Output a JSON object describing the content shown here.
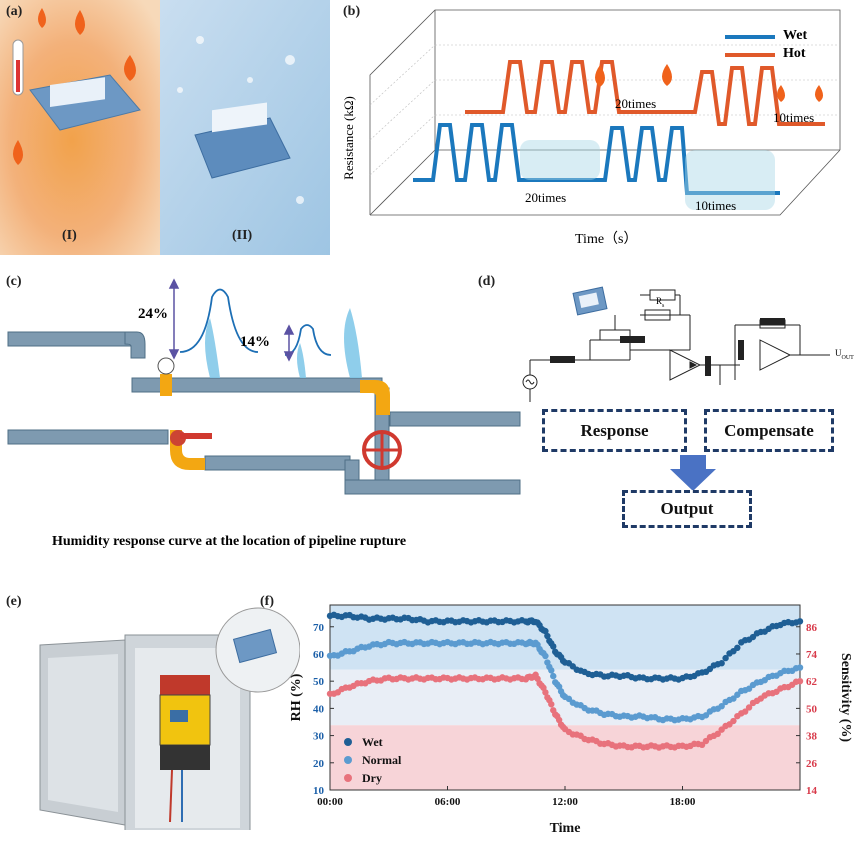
{
  "panels": {
    "a": "(a)",
    "b": "(b)",
    "c": "(c)",
    "d": "(d)",
    "e": "(e)",
    "f": "(f)"
  },
  "panel_a": {
    "label_I": "(I)",
    "label_II": "(II)"
  },
  "panel_b": {
    "ylabel": "Resistance (kΩ)",
    "xlabel": "Time（s）",
    "legend": [
      {
        "name": "Wet",
        "color": "#1b78bd"
      },
      {
        "name": "Hot",
        "color": "#e0592a"
      }
    ],
    "annotations": {
      "hot_20": "20times",
      "hot_10": "10times",
      "wet_20": "20times",
      "wet_10": "10times"
    }
  },
  "panel_c": {
    "peak_big": "24%",
    "peak_small": "14%",
    "caption": "Humidity response curve at the location of pipeline rupture"
  },
  "panel_d": {
    "resistor_label": "R",
    "resistor_sub": "s",
    "output_label": "U",
    "output_sub": "OUT",
    "box_response": "Response",
    "box_compensate": "Compensate",
    "box_output": "Output"
  },
  "chart_data": {
    "type": "scatter",
    "xlabel": "Time",
    "ylabel": "RH (%)",
    "y2label": "Sensitivity (%)",
    "x_ticks": [
      "00:00",
      "06:00",
      "12:00",
      "18:00"
    ],
    "y_ticks": [
      10,
      20,
      30,
      40,
      50,
      60,
      70
    ],
    "y2_ticks": [
      14,
      26,
      38,
      50,
      62,
      74,
      86
    ],
    "ylim": [
      10,
      78
    ],
    "xlim": [
      0,
      24
    ],
    "legend_position": "bottom-left",
    "series": [
      {
        "name": "Wet",
        "color": "#1f5f95",
        "x": [
          0,
          1,
          2,
          3,
          4,
          5,
          6,
          7,
          8,
          9,
          10,
          10.5,
          11,
          11.5,
          12,
          13,
          14,
          15,
          16,
          17,
          18,
          19,
          20,
          21,
          22,
          23,
          24
        ],
        "values": [
          74,
          74,
          73,
          73,
          73,
          72,
          72,
          72,
          72,
          72,
          72,
          72,
          68,
          61,
          57,
          53,
          52,
          52,
          51,
          51,
          51,
          53,
          57,
          64,
          68,
          71,
          72
        ]
      },
      {
        "name": "Normal",
        "color": "#5b9bd0",
        "x": [
          0,
          1,
          2,
          3,
          4,
          5,
          6,
          7,
          8,
          9,
          10,
          10.5,
          11,
          11.5,
          12,
          13,
          14,
          15,
          16,
          17,
          18,
          19,
          20,
          21,
          22,
          23,
          24
        ],
        "values": [
          59,
          61,
          63,
          64,
          64,
          64,
          64,
          64,
          64,
          64,
          64,
          64,
          59,
          50,
          44,
          40,
          38,
          37,
          37,
          36,
          36,
          37,
          41,
          46,
          50,
          53,
          55
        ]
      },
      {
        "name": "Dry",
        "color": "#e8727c",
        "x": [
          0,
          1,
          2,
          3,
          4,
          5,
          6,
          7,
          8,
          9,
          10,
          10.5,
          11,
          11.5,
          12,
          13,
          14,
          15,
          16,
          17,
          18,
          19,
          20,
          21,
          22,
          23,
          24
        ],
        "values": [
          45,
          48,
          50,
          51,
          51,
          51,
          51,
          51,
          51,
          51,
          51,
          52,
          46,
          38,
          32,
          29,
          27,
          26,
          26,
          26,
          26,
          27,
          32,
          38,
          44,
          47,
          50
        ]
      }
    ]
  }
}
